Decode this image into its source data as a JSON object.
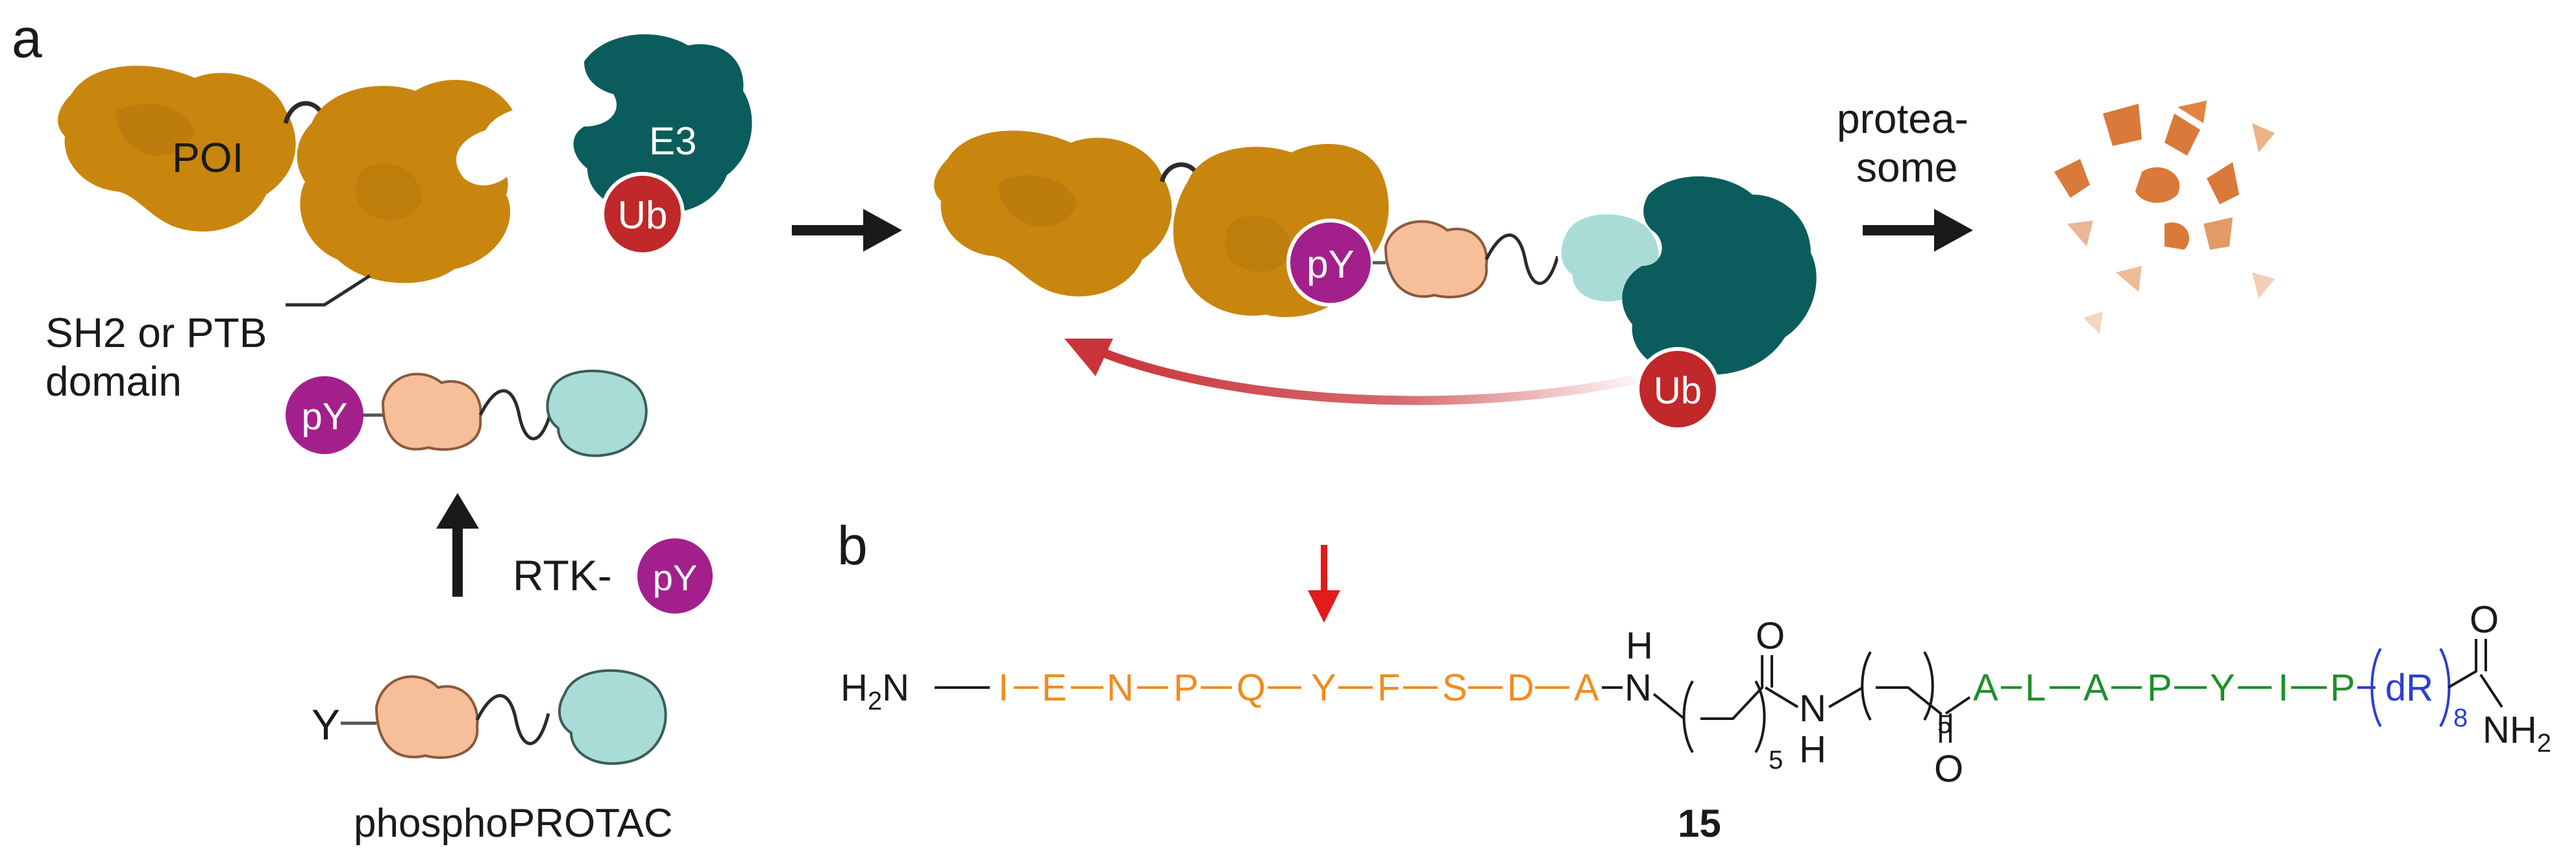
{
  "panels": {
    "a": "a",
    "b": "b"
  },
  "labels": {
    "poi": "POI",
    "e3": "E3",
    "ub": "Ub",
    "py": "pY",
    "y": "Y",
    "rtk": "RTK-",
    "sh2_line1": "SH2 or PTB",
    "sh2_line2": "domain",
    "proteasome_line1": "protea-",
    "proteasome_line2": "some",
    "phosphoprotac": "phosphoPROTAC"
  },
  "sequence": {
    "h2n": "H",
    "h2n_sub": "2",
    "h2n_n": "N",
    "orange": [
      "I",
      "E",
      "N",
      "P",
      "Q",
      "Y",
      "F",
      "S",
      "D",
      "A"
    ],
    "nh_top": "H",
    "nh_n": "N",
    "o": "O",
    "repeat": "5",
    "green": [
      "A",
      "L",
      "A",
      "P",
      "Y",
      "I",
      "P"
    ],
    "dr": "dR",
    "dr_repeat": "8",
    "nh2": "NH",
    "nh2_sub": "2",
    "compound": "15"
  },
  "colors": {
    "poi": "#c8860f",
    "e3": "#0b5c5c",
    "ub": "#c0282a",
    "py": "#a3208c",
    "ligand_poi": "#f6bf99",
    "ligand_e3": "#a9dcd6",
    "arrow_ub": "#c9343a",
    "target_arrow": "#e21b1b",
    "seq_orange": "#f08c1e",
    "seq_green": "#1f8f2c",
    "seq_blue": "#2a3fd0"
  }
}
